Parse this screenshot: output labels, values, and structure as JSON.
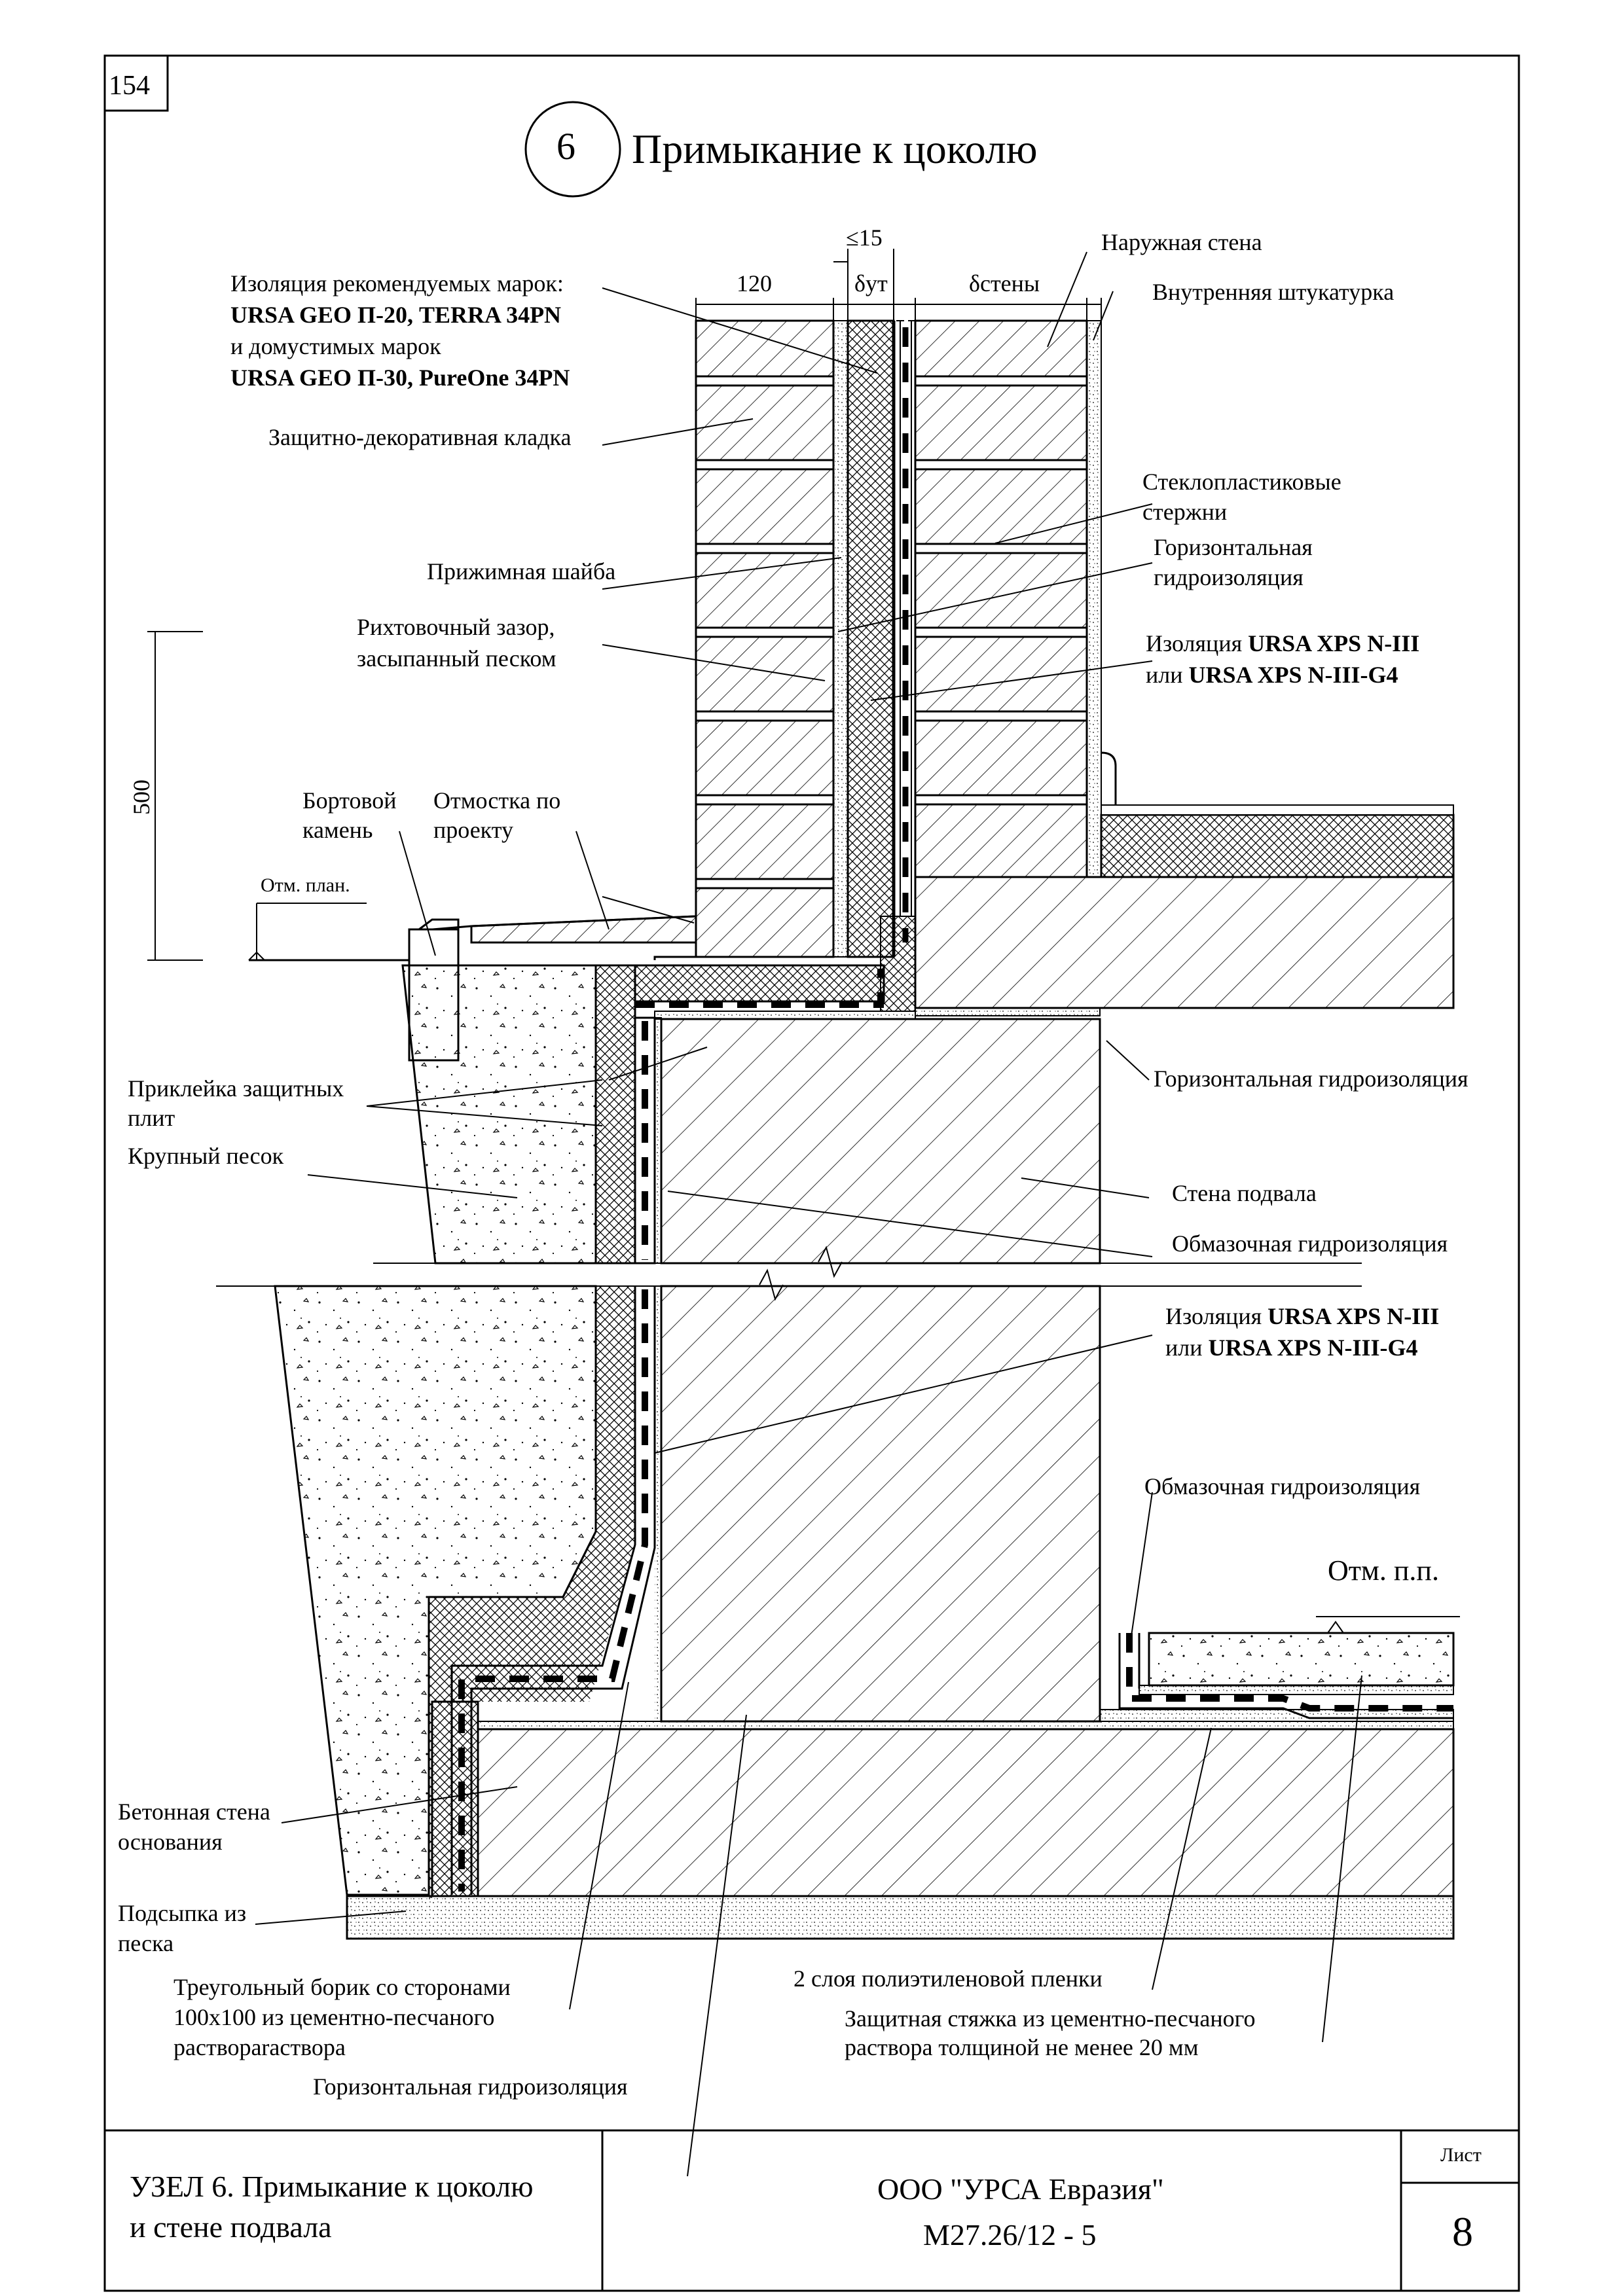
{
  "page_number": "154",
  "header": {
    "node_number": "6",
    "title": "Примыкание к цоколю"
  },
  "dimensions": {
    "d15": "≤15",
    "d120": "120",
    "d_ut": "δут",
    "d_wall": "δстены",
    "d500": "500"
  },
  "labels": {
    "insulation_brands_line1": "Изоляция рекомендуемых марок:",
    "insulation_brands_line2": "URSA GEO П-20, TERRA 34PN",
    "insulation_brands_line3": "и домустимых марок",
    "insulation_brands_line4": "URSA GEO П-30, PureOne 34PN",
    "decor_masonry": "Защитно-декоративная кладка",
    "pressure_washer": "Прижимная шайба",
    "gap_line1": "Рихтовочный зазор,",
    "gap_line2": "засыпанный  песком",
    "curb_line1": "Бортовой",
    "curb_line2": "камень",
    "otmostka_line1": "Отмостка по",
    "otmostka_line2": "проекту",
    "plan_level": "Отм. план.",
    "glue_line1": "Приклейка защитных",
    "glue_line2": "плит",
    "coarse_sand": "Крупный песок",
    "outer_wall": "Наружная стена",
    "inner_plaster": "Внутренняя штукатурка",
    "glass_rods_line1": "Стеклопластиковые",
    "glass_rods_line2": "стержни",
    "horiz_hydro_line1": "Горизонтальная",
    "horiz_hydro_line2": "гидроизоляция",
    "xps1_line1_a": "Изоляция ",
    "xps1_line1_b": "URSA XPS N-III",
    "xps1_line2_a": "или ",
    "xps1_line2_b": "URSA XPS N-III-G4",
    "horiz_hydro_full": "Горизонтальная гидроизоляция",
    "basement_wall": "Стена подвала",
    "coating_hydro1": "Обмазочная гидроизоляция",
    "xps2_line1_a": "Изоляция ",
    "xps2_line1_b": "URSA XPS N-III",
    "xps2_line2_a": "или ",
    "xps2_line2_b": "URSA XPS N-III-G4",
    "coating_hydro2": "Обмазочная гидроизоляция",
    "floor_level": "Отм. п.п.",
    "concrete_wall_line1": "Бетонная стена",
    "concrete_wall_line2": "основания",
    "sand_fill_line1": "Подсыпка из",
    "sand_fill_line2": "песка",
    "fillet_line1": "Треугольный борик со сторонами",
    "fillet_line2": "100x100 из цементно-песчаного",
    "fillet_line3": "раствораraствора",
    "horiz_hydro_bottom": "Горизонтальная гидроизоляция",
    "pe_film": "2 слоя полиэтиленовой пленки",
    "screed_line1": "Защитная стяжка из цементно-песчаного",
    "screed_line2": "раствора толщиной не менее 20 мм"
  },
  "title_block": {
    "node_title_line1": "УЗЕЛ 6. Примыкание к цоколю",
    "node_title_line2": "и стене подвала",
    "company": "ООО \"УРСА Евразия\"",
    "doc_code": "М27.26/12 - 5",
    "sheet_label": "Лист",
    "sheet_number": "8"
  }
}
